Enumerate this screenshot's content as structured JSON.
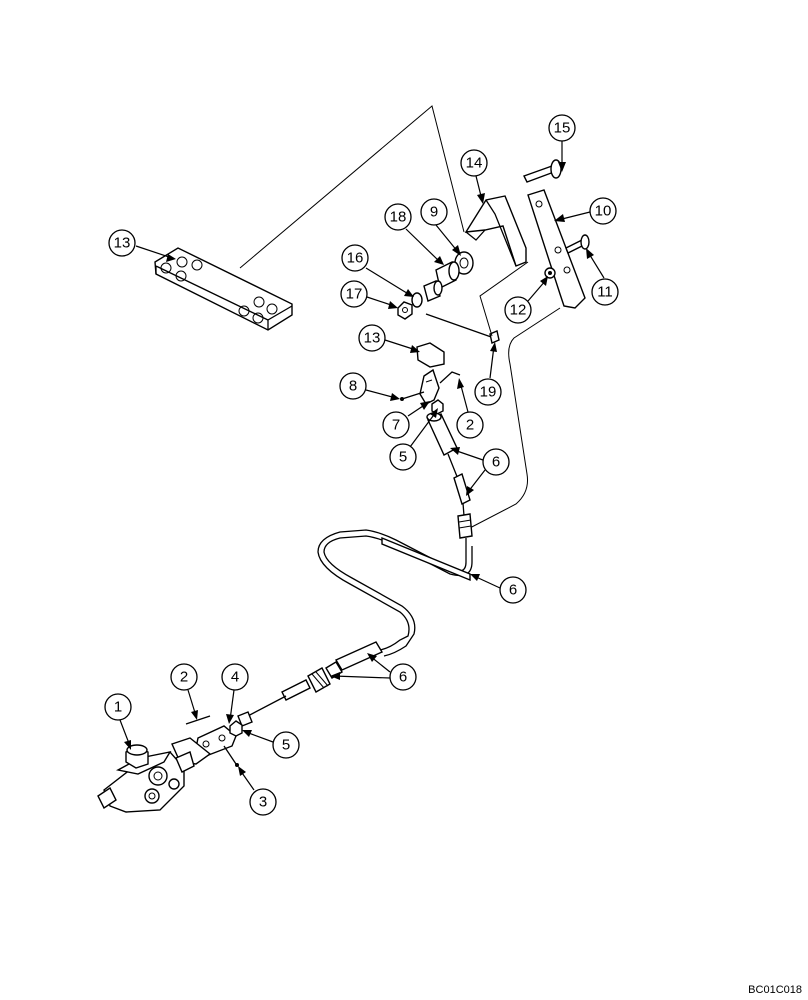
{
  "diagram": {
    "reference_code": "BC01C018",
    "callouts": [
      {
        "id": "c15",
        "label": "15"
      },
      {
        "id": "c14",
        "label": "14"
      },
      {
        "id": "c10",
        "label": "10"
      },
      {
        "id": "c9",
        "label": "9"
      },
      {
        "id": "c18",
        "label": "18"
      },
      {
        "id": "c13a",
        "label": "13"
      },
      {
        "id": "c16",
        "label": "16"
      },
      {
        "id": "c17",
        "label": "17"
      },
      {
        "id": "c12",
        "label": "12"
      },
      {
        "id": "c11",
        "label": "11"
      },
      {
        "id": "c13b",
        "label": "13"
      },
      {
        "id": "c19",
        "label": "19"
      },
      {
        "id": "c8",
        "label": "8"
      },
      {
        "id": "c7",
        "label": "7"
      },
      {
        "id": "c2a",
        "label": "2"
      },
      {
        "id": "c5a",
        "label": "5"
      },
      {
        "id": "c6a",
        "label": "6"
      },
      {
        "id": "c6b",
        "label": "6"
      },
      {
        "id": "c6c",
        "label": "6"
      },
      {
        "id": "c1",
        "label": "1"
      },
      {
        "id": "c2b",
        "label": "2"
      },
      {
        "id": "c4",
        "label": "4"
      },
      {
        "id": "c5b",
        "label": "5"
      },
      {
        "id": "c3",
        "label": "3"
      }
    ]
  }
}
